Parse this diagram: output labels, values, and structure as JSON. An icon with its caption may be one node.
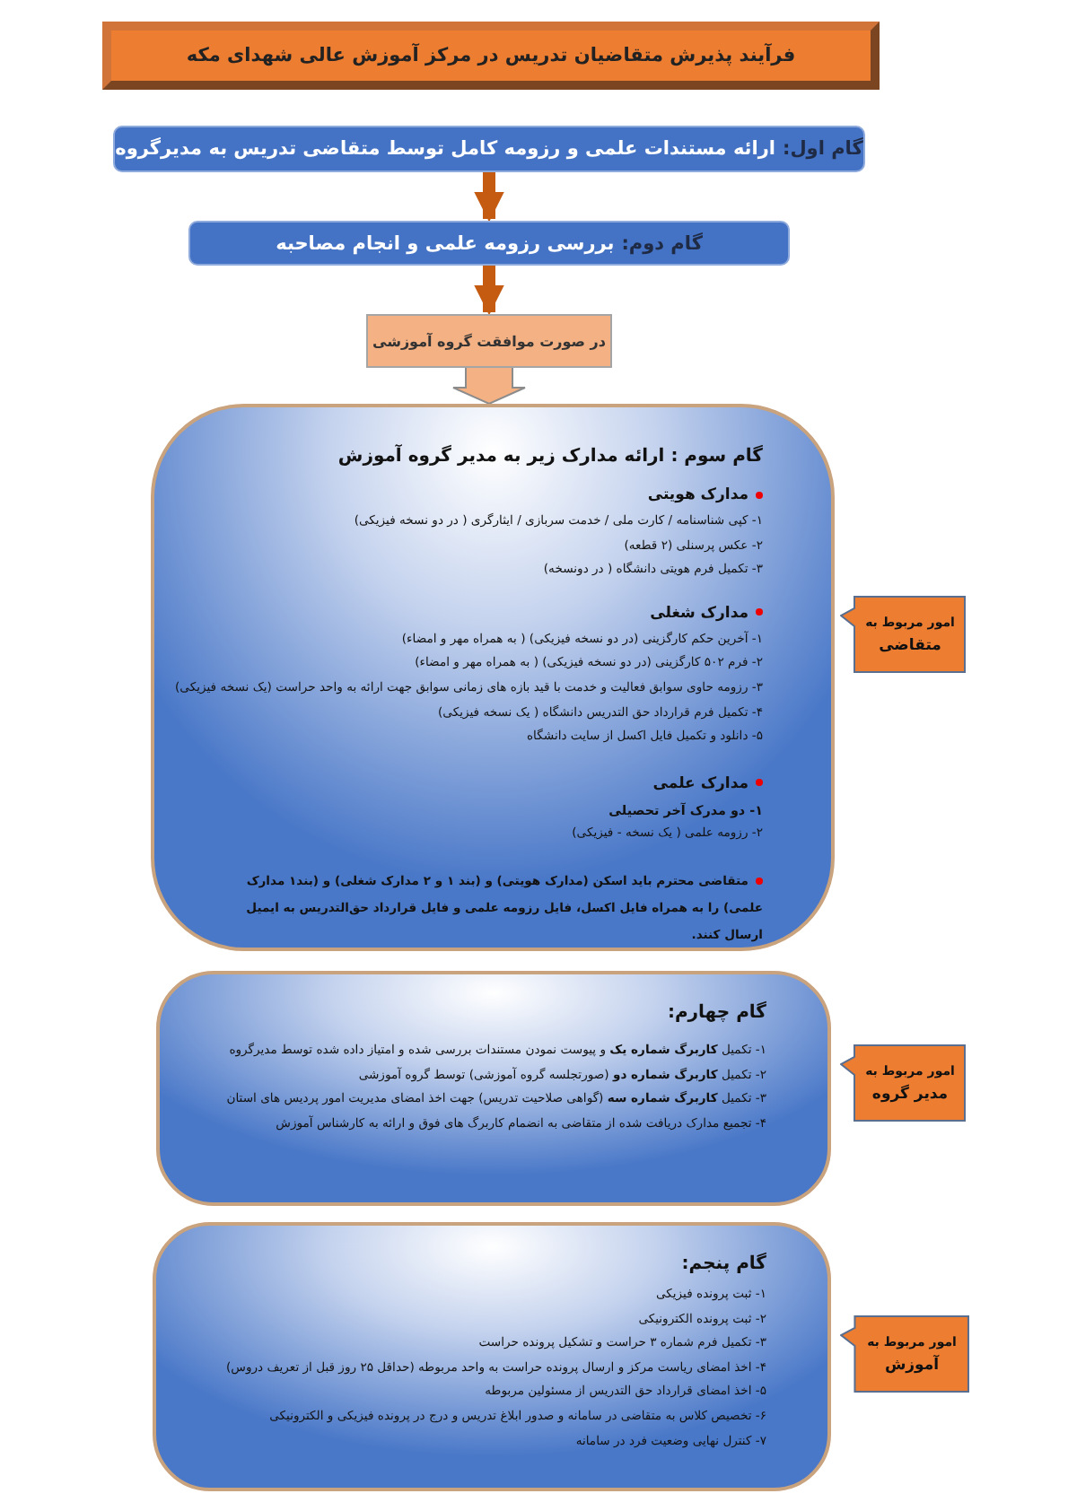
{
  "diagram": {
    "nodes": [
      {
        "text": [
          "فرآیند پذیرش متقاضیان تدریس در مرکز آموزش عالی شهدای مکه"
        ]
      },
      {
        "text": [
          "گام اول:",
          "ارائه مستندات علمی و رزومه کامل توسط متقاضی تدریس به مدیرگروه"
        ]
      },
      {
        "text": [
          "گام دوم:",
          "بررسی رزومه علمی و انجام مصاحبه"
        ]
      },
      {
        "text": [
          "در صورت موافقت گروه آموزشی"
        ]
      },
      {
        "text": [
          "گام سوم : ارائه مدارک زیر به مدیر گروه آموزش",
          "مدارک هویتی",
          "۱- کپی شناسنامه / کارت ملی / خدمت سربازی / ایثارگری ( در دو نسخه فیزیکی)",
          "۲- عکس پرسنلی (۲ قطعه)",
          "۳- تکمیل فرم هویتی دانشگاه ( در دونسخه)",
          "مدارک شغلی",
          "۱- آخرین حکم کارگزینی (در دو نسخه فیزیکی) ( به همراه مهر و امضاء)",
          "۲- فرم ۵۰۲ کارگزینی (در دو نسخه فیزیکی) ( به همراه مهر و امضاء)",
          "۳- رزومه حاوی سوابق فعالیت و خدمت با قید بازه های زمانی سوابق جهت ارائه به واحد حراست (یک نسخه فیزیکی)",
          "۴- تکمیل فرم قرارداد حق التدریس دانشگاه ( یک نسخه فیزیکی)",
          "۵- دانلود و تکمیل فایل اکسل از سایت دانشگاه",
          "مدارک علمی",
          "۱- دو مدرک آخر تحصیلی",
          "۲- رزومه علمی ( یک نسخه - فیزیکی)",
          "متقاضی محترم باید اسکن (مدارک هویتی) و (بند ۱ و ۲ مدارک شغلی) و (بند۱ مدارک علمی) را به همراه فایل اکسل، فایل رزومه علمی و فایل قرارداد حق‌التدریس به ایمیل ارسال کنند."
        ]
      },
      {
        "text": [
          "گام چهارم:",
          "۱- تکمیل **کاربرگ شماره یک** و پیوست نمودن مستندات بررسی شده و امتیاز داده شده توسط مدیرگروه",
          "۲- تکمیل **کاربرگ شماره دو** (صورتجلسه گروه آموزشی) توسط گروه آموزشی",
          "۳- تکمیل **کاربرگ شماره سه** (گواهی صلاحیت تدریس) جهت اخذ امضای مدیریت امور پردیس های استان",
          "۴- تجمیع مدارک دریافت شده از متقاضی به انضمام کاربرگ های فوق و ارائه به کارشناس آموزش"
        ]
      },
      {
        "text": [
          "گام پنجم:",
          "۱- ثبت پرونده فیزیکی",
          "۲- ثبت پرونده الکترونیکی",
          "۳- تکمیل فرم شماره ۳ حراست و تشکیل پرونده حراست",
          "۴- اخذ امضای ریاست مرکز و ارسال پرونده حراست به واحد مربوطه (حداقل ۲۵ روز قبل از تعریف دروس)",
          "۵- اخذ امضای قرارداد حق التدریس از مسئولین مربوطه",
          "۶- تخصیص کلاس به متقاضی در سامانه و صدور ابلاغ تدریس و درج در پرونده فیزیکی و الکترونیکی",
          "۷- کنترل نهایی وضعیت فرد در سامانه"
        ]
      },
      {
        "text": [
          "امور مربوط به",
          "متقاضی"
        ]
      },
      {
        "text": [
          "امور مربوط به",
          "مدیر گروه"
        ]
      },
      {
        "text": [
          "امور مربوط به",
          "آموزش"
        ]
      }
    ],
    "edges": [
      {
        "from": 1,
        "to": 2,
        "arrow": "to"
      },
      {
        "from": 2,
        "to": 3,
        "arrow": "to"
      },
      {
        "from": 3,
        "to": 4,
        "arrow": "to",
        "style": "thick",
        "color": "#f4b183"
      }
    ]
  }
}
